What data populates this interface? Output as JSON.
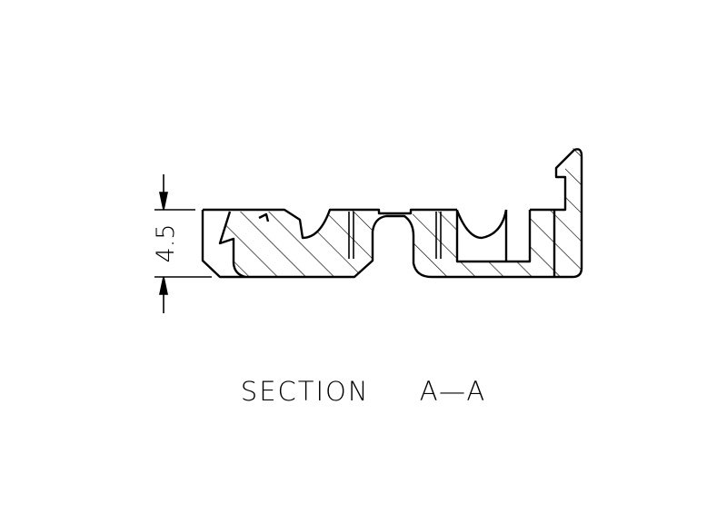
{
  "drawing": {
    "dimension_label": "4.5",
    "caption_word": "SECTION",
    "caption_view": "A—A"
  }
}
